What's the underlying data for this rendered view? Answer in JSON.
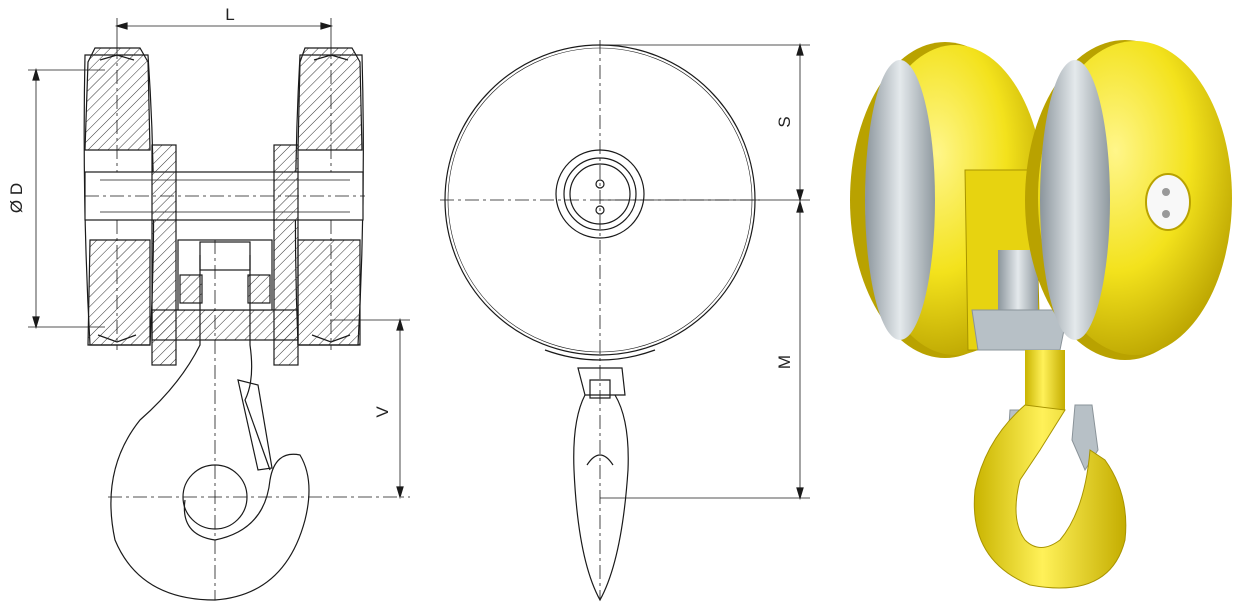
{
  "dimensions": {
    "L": "L",
    "D": "Ø D",
    "S": "S",
    "M": "M",
    "V": "V"
  },
  "colors": {
    "line": "#1a1a1a",
    "hatch": "#333333",
    "body_yellow": "#f3e21c",
    "body_yellow_dark": "#c9b400",
    "steel": "#a9b3bb",
    "steel_light": "#d7dde2",
    "background": "#ffffff"
  },
  "views": [
    "side-section-view",
    "front-view",
    "3d-render-view"
  ]
}
